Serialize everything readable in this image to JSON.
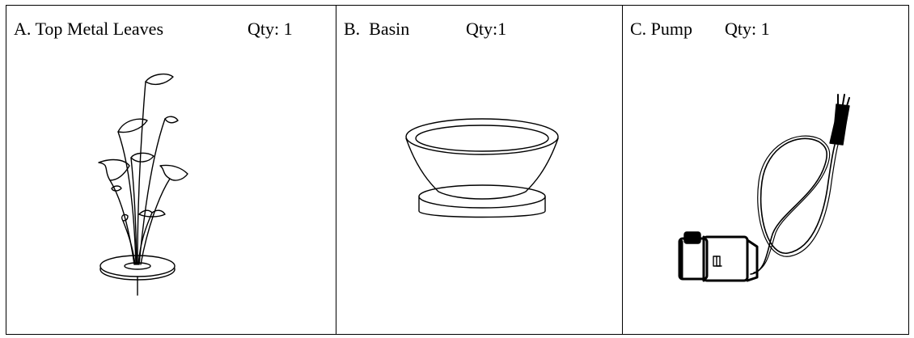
{
  "parts": [
    {
      "id": "A",
      "name": "A. Top Metal Leaves",
      "qty": "Qty: 1",
      "icon": "metal-leaves-drawing"
    },
    {
      "id": "B",
      "name": "B.  Basin",
      "qty": "Qty:1",
      "icon": "basin-drawing"
    },
    {
      "id": "C",
      "name": "C. Pump",
      "qty": "Qty: 1",
      "icon": "pump-drawing"
    }
  ]
}
